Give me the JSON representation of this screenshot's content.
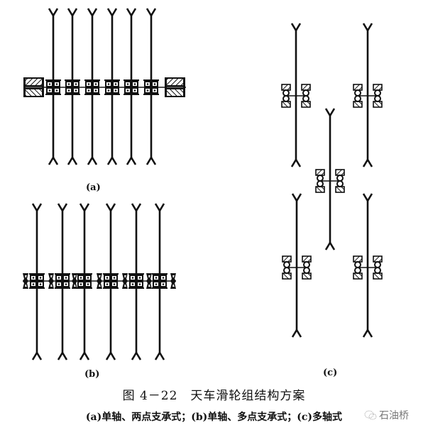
{
  "figure": {
    "number": "图 4－22",
    "title": "天车滑轮组结构方案",
    "caption_full": "图 4－22　天车滑轮组结构方案",
    "subcaption": "(a)单轴、两点支承式；(b)单轴、多点支承式；(c)多轴式"
  },
  "panels": [
    {
      "id": "a",
      "label": "(a)",
      "description": "单轴、两点支承式",
      "sheave_count": 6
    },
    {
      "id": "b",
      "label": "(b)",
      "description": "单轴、多点支承式",
      "sheave_count": 6
    },
    {
      "id": "c",
      "label": "(c)",
      "description": "多轴式",
      "sheave_count": 5
    }
  ],
  "watermark": {
    "icon": "wechat-logo-icon",
    "text": "石油桥"
  },
  "colors": {
    "line": "#111111",
    "background": "#ffffff",
    "watermark": "#777777"
  }
}
